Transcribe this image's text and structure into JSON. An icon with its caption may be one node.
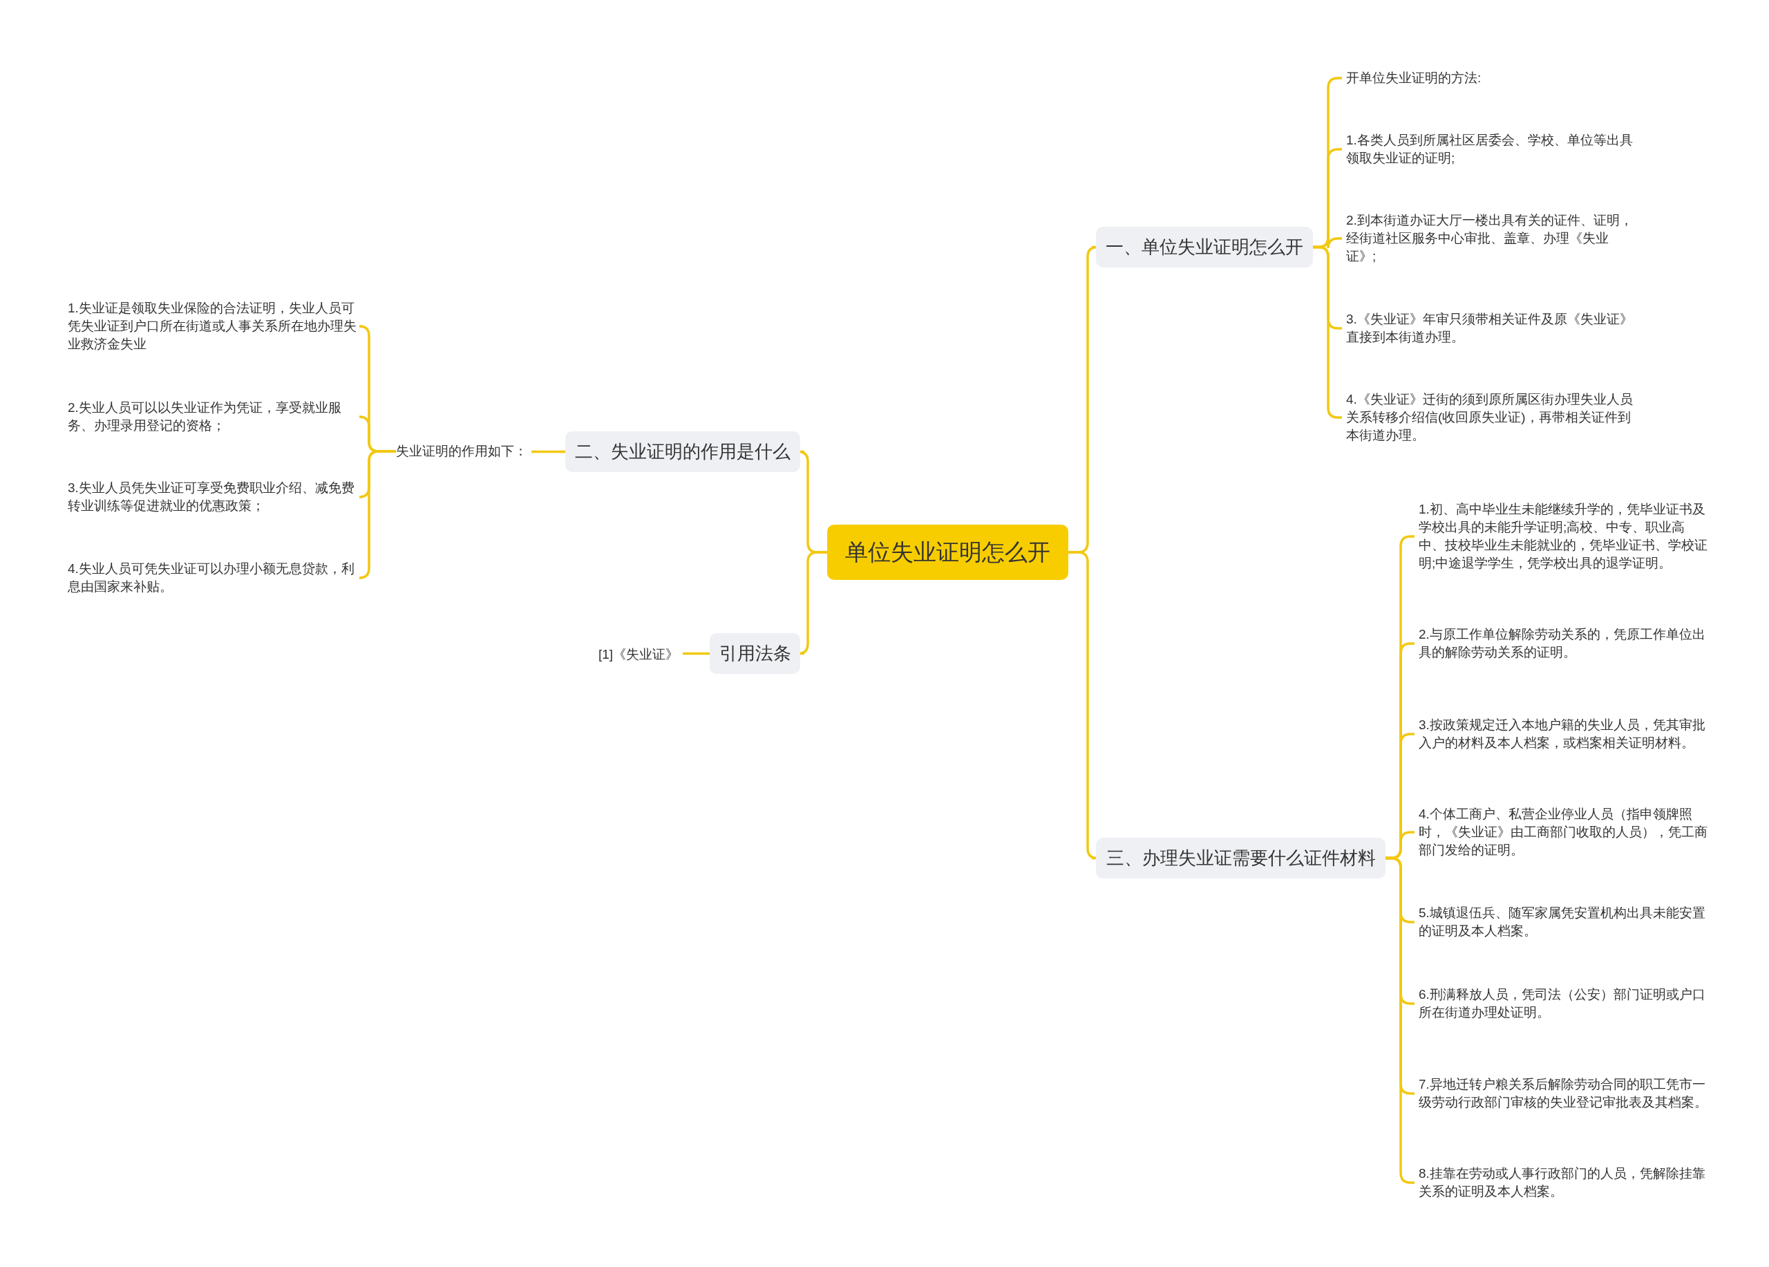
{
  "diagram": {
    "nodes": [
      {
        "text": [
          "单位失业证明怎么开"
        ]
      },
      {
        "text": [
          "一、单位失业证明怎么开"
        ]
      },
      {
        "text": [
          "开单位失业证明的方法:"
        ]
      },
      {
        "text": [
          "1.各类人员到所属社区居委会、学校、单位等出具领取失业证的证明;"
        ]
      },
      {
        "text": [
          "2.到本街道办证大厅一楼出具有关的证件、证明，经街道社区服务中心审批、盖章、办理《失业证》;"
        ]
      },
      {
        "text": [
          "3.《失业证》年审只须带相关证件及原《失业证》直接到本街道办理。"
        ]
      },
      {
        "text": [
          "4.《失业证》迁街的须到原所属区街办理失业人员关系转移介绍信(收回原失业证)，再带相关证件到本街道办理。"
        ]
      },
      {
        "text": [
          "三、办理失业证需要什么证件材料"
        ]
      },
      {
        "text": [
          "1.初、高中毕业生未能继续升学的，凭毕业证书及学校出具的未能升学证明;高校、中专、职业高中、技校毕业生未能就业的，凭毕业证书、学校证明;中途退学学生，凭学校出具的退学证明。"
        ]
      },
      {
        "text": [
          "2.与原工作单位解除劳动关系的，凭原工作单位出具的解除劳动关系的证明。"
        ]
      },
      {
        "text": [
          "3.按政策规定迁入本地户籍的失业人员，凭其审批入户的材料及本人档案，或档案相关证明材料。"
        ]
      },
      {
        "text": [
          "4.个体工商户、私营企业停业人员（指申领牌照时，《失业证》由工商部门收取的人员），凭工商部门发给的证明。"
        ]
      },
      {
        "text": [
          "5.城镇退伍兵、随军家属凭安置机构出具未能安置的证明及本人档案。"
        ]
      },
      {
        "text": [
          "6.刑满释放人员，凭司法（公安）部门证明或户口所在街道办理处证明。"
        ]
      },
      {
        "text": [
          "7.异地迁转户粮关系后解除劳动合同的职工凭市一级劳动行政部门审核的失业登记审批表及其档案。"
        ]
      },
      {
        "text": [
          "8.挂靠在劳动或人事行政部门的人员，凭解除挂靠关系的证明及本人档案。"
        ]
      },
      {
        "text": [
          "二、失业证明的作用是什么"
        ]
      },
      {
        "text": [
          "失业证明的作用如下："
        ]
      },
      {
        "text": [
          "1.失业证是领取失业保险的合法证明，失业人员可凭失业证到户口所在街道或人事关系所在地办理失业救济金失业"
        ]
      },
      {
        "text": [
          "2.失业人员可以以失业证作为凭证，享受就业服务、办理录用登记的资格；"
        ]
      },
      {
        "text": [
          "3.失业人员凭失业证可享受免费职业介绍、减免费转业训练等促进就业的优惠政策；"
        ]
      },
      {
        "text": [
          "4.失业人员可凭失业证可以办理小额无息贷款，利息由国家来补贴。"
        ]
      },
      {
        "text": [
          "引用法条"
        ]
      },
      {
        "text": [
          "[1]《失业证》"
        ]
      }
    ],
    "edges": [
      {
        "from": 0,
        "to": 1,
        "arrow": "none"
      },
      {
        "from": 0,
        "to": 7,
        "arrow": "none"
      },
      {
        "from": 0,
        "to": 16,
        "arrow": "none"
      },
      {
        "from": 0,
        "to": 22,
        "arrow": "none"
      },
      {
        "from": 1,
        "to": 2,
        "arrow": "none"
      },
      {
        "from": 1,
        "to": 3,
        "arrow": "none"
      },
      {
        "from": 1,
        "to": 4,
        "arrow": "none"
      },
      {
        "from": 1,
        "to": 5,
        "arrow": "none"
      },
      {
        "from": 1,
        "to": 6,
        "arrow": "none"
      },
      {
        "from": 7,
        "to": 8,
        "arrow": "none"
      },
      {
        "from": 7,
        "to": 9,
        "arrow": "none"
      },
      {
        "from": 7,
        "to": 10,
        "arrow": "none"
      },
      {
        "from": 7,
        "to": 11,
        "arrow": "none"
      },
      {
        "from": 7,
        "to": 12,
        "arrow": "none"
      },
      {
        "from": 7,
        "to": 13,
        "arrow": "none"
      },
      {
        "from": 7,
        "to": 14,
        "arrow": "none"
      },
      {
        "from": 7,
        "to": 15,
        "arrow": "none"
      },
      {
        "from": 16,
        "to": 17,
        "arrow": "none"
      },
      {
        "from": 17,
        "to": 18,
        "arrow": "none"
      },
      {
        "from": 17,
        "to": 19,
        "arrow": "none"
      },
      {
        "from": 17,
        "to": 20,
        "arrow": "none"
      },
      {
        "from": 17,
        "to": 21,
        "arrow": "none"
      },
      {
        "from": 22,
        "to": 23,
        "arrow": "none"
      }
    ]
  }
}
